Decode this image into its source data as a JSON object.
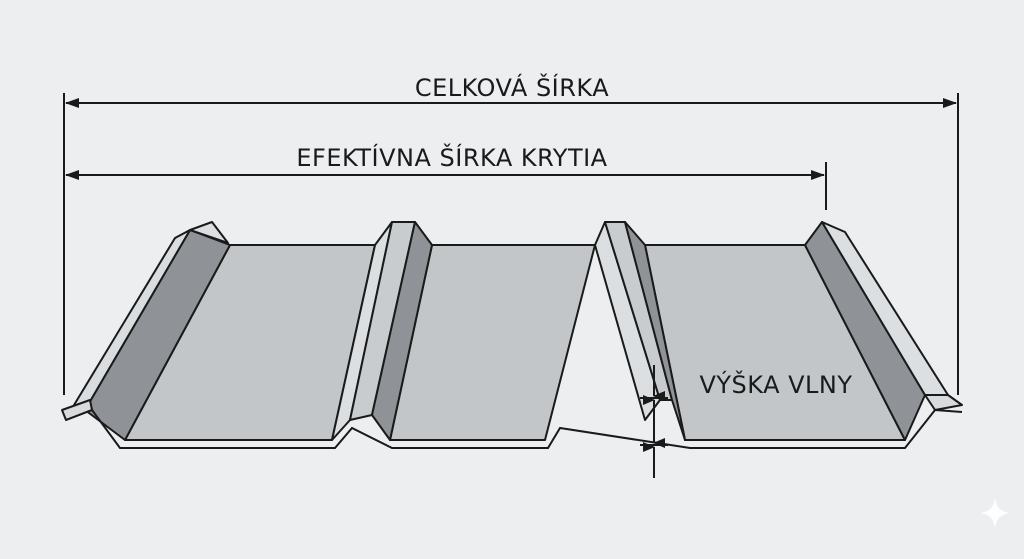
{
  "labels": {
    "total_width": "CELKOVÁ ŠÍRKA",
    "effective_width": "EFEKTÍVNA ŠÍRKA KRYTIA",
    "wave_height": "VÝŠKA VLNY"
  },
  "colors": {
    "background": "#eceeef",
    "line": "#1a1a1a",
    "flat": "#c4c7ca",
    "web_dark": "#8f9397",
    "web_light": "#dcdfe1",
    "sparkle": "#ffffff"
  },
  "icons": {
    "corner": "sparkle-icon"
  }
}
